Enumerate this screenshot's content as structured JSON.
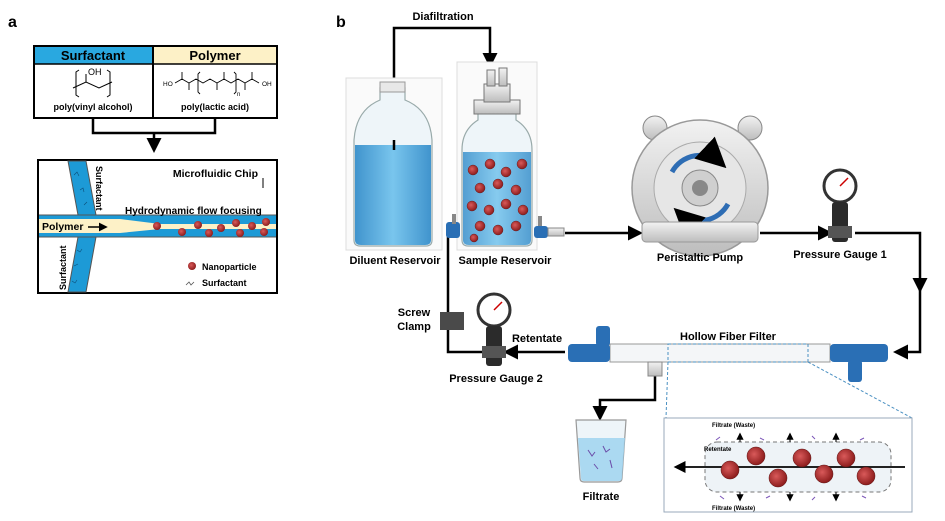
{
  "panel_a": {
    "letter": "a",
    "surfactant_header": "Surfactant",
    "polymer_header": "Polymer",
    "surfactant_name": "poly(vinyl alcohol)",
    "polymer_name": "poly(lactic acid)",
    "chip_title": "Microfluidic Chip",
    "flow_label": "Hydrodynamic flow focusing",
    "polymer_inlet": "Polymer",
    "surfactant_top": "Surfactant",
    "surfactant_bottom": "Surfactant",
    "legend_nanoparticle": "Nanoparticle",
    "legend_surfactant": "Surfactant",
    "chem_oh": "OH",
    "chem_ho": "HO",
    "chem_n": "n",
    "colors": {
      "surfactant_header": "#29a8e0",
      "polymer_header": "#fdf1c7",
      "channel_blue": "#1d9ad6",
      "nanoparticle": "#b22a2a"
    }
  },
  "panel_b": {
    "letter": "b",
    "diafiltration": "Diafiltration",
    "diluent_reservoir": "Diluent Reservoir",
    "sample_reservoir": "Sample Reservoir",
    "peristaltic_pump": "Peristaltic Pump",
    "pressure_gauge_1": "Pressure Gauge 1",
    "pressure_gauge_2": "Pressure Gauge 2",
    "screw_clamp_1": "Screw",
    "screw_clamp_2": "Clamp",
    "retentate": "Retentate",
    "hollow_fiber_filter": "Hollow Fiber Filter",
    "filtrate": "Filtrate",
    "inset_filtrate_top": "Filtrate (Waste)",
    "inset_retentate": "Retentate",
    "inset_filtrate_bottom": "Filtrate (Waste)",
    "colors": {
      "liquid": "#3f9fd6",
      "valve": "#2a6fb5",
      "pump": "#d9d9d9",
      "arrow_blue": "#2e6db4"
    }
  }
}
